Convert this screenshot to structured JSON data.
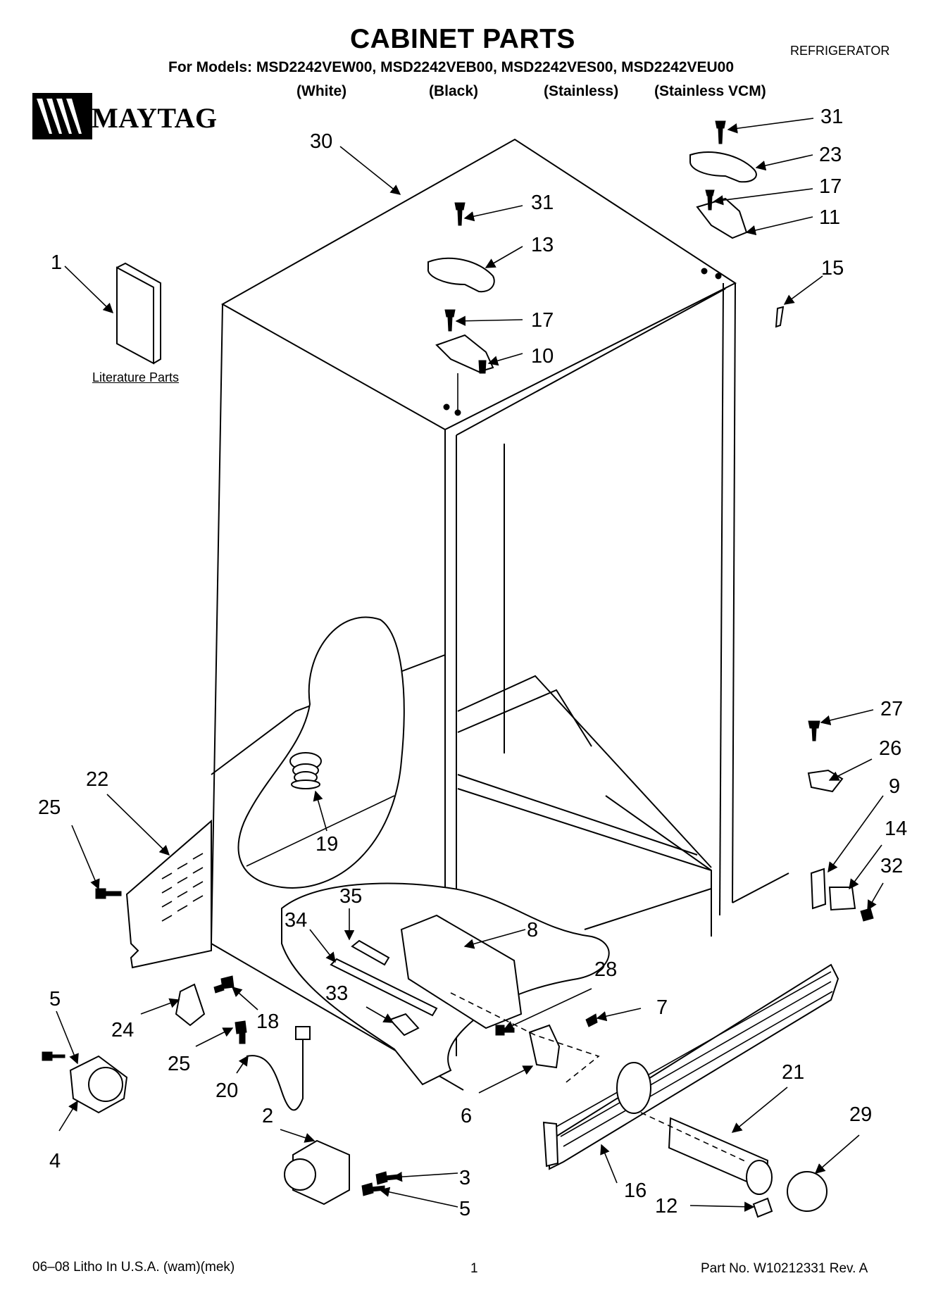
{
  "header": {
    "title": "CABINET PARTS",
    "category": "REFRIGERATOR",
    "models": "For Models: MSD2242VEW00, MSD2242VEB00, MSD2242VES00, MSD2242VEU00",
    "variants": [
      "(White)",
      "(Black)",
      "(Stainless)",
      "(Stainless VCM)"
    ]
  },
  "brand": {
    "logo": "MAYTAG"
  },
  "literature_label": "Literature Parts",
  "callouts": [
    {
      "id": "c30",
      "label": "30"
    },
    {
      "id": "c31a",
      "label": "31"
    },
    {
      "id": "c23",
      "label": "23"
    },
    {
      "id": "c17a",
      "label": "17"
    },
    {
      "id": "c11",
      "label": "11"
    },
    {
      "id": "c15",
      "label": "15"
    },
    {
      "id": "c31b",
      "label": "31"
    },
    {
      "id": "c13",
      "label": "13"
    },
    {
      "id": "c17b",
      "label": "17"
    },
    {
      "id": "c10",
      "label": "10"
    },
    {
      "id": "c1",
      "label": "1"
    },
    {
      "id": "c27",
      "label": "27"
    },
    {
      "id": "c26",
      "label": "26"
    },
    {
      "id": "c9",
      "label": "9"
    },
    {
      "id": "c14",
      "label": "14"
    },
    {
      "id": "c32",
      "label": "32"
    },
    {
      "id": "c22",
      "label": "22"
    },
    {
      "id": "c25a",
      "label": "25"
    },
    {
      "id": "c19",
      "label": "19"
    },
    {
      "id": "c35",
      "label": "35"
    },
    {
      "id": "c34",
      "label": "34"
    },
    {
      "id": "c8",
      "label": "8"
    },
    {
      "id": "c28",
      "label": "28"
    },
    {
      "id": "c33",
      "label": "33"
    },
    {
      "id": "c7",
      "label": "7"
    },
    {
      "id": "c5a",
      "label": "5"
    },
    {
      "id": "c24",
      "label": "24"
    },
    {
      "id": "c18",
      "label": "18"
    },
    {
      "id": "c25b",
      "label": "25"
    },
    {
      "id": "c20",
      "label": "20"
    },
    {
      "id": "c6",
      "label": "6"
    },
    {
      "id": "c21",
      "label": "21"
    },
    {
      "id": "c29",
      "label": "29"
    },
    {
      "id": "c4",
      "label": "4"
    },
    {
      "id": "c2",
      "label": "2"
    },
    {
      "id": "c3",
      "label": "3"
    },
    {
      "id": "c5b",
      "label": "5"
    },
    {
      "id": "c16",
      "label": "16"
    },
    {
      "id": "c12",
      "label": "12"
    }
  ],
  "footer": {
    "litho": "06–08 Litho In U.S.A. (wam)(mek)",
    "page": "1",
    "part_no": "Part No. W10212331 Rev. A"
  }
}
